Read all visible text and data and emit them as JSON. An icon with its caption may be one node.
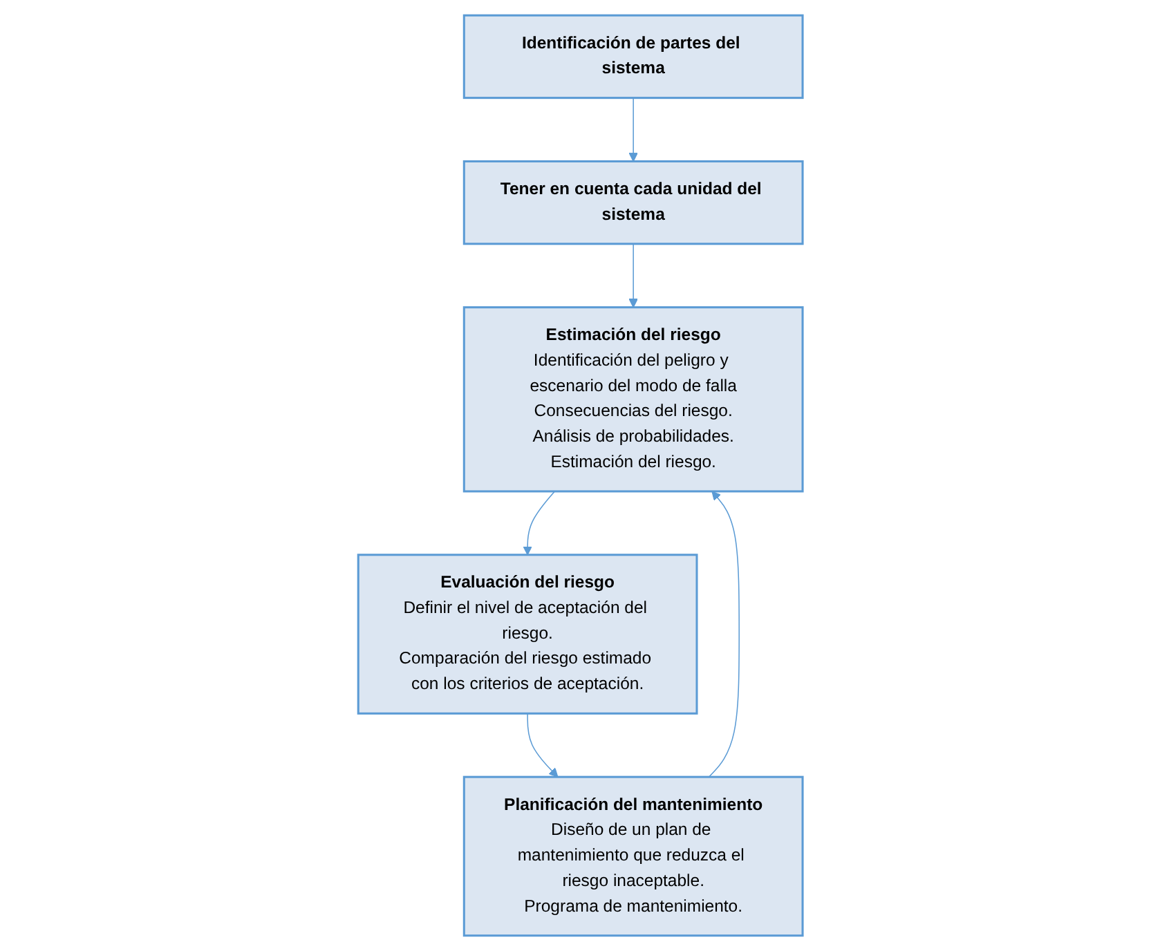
{
  "diagram": {
    "nodes": [
      {
        "text": [
          "Identificación de partes del sistema"
        ]
      },
      {
        "text": [
          "Tener en cuenta cada unidad del sistema"
        ]
      },
      {
        "text": [
          "Estimación del riesgo",
          "Identificación del peligro y escenario del modo de falla",
          "Consecuencias del riesgo.",
          "Análisis de probabilidades.",
          "Estimación del riesgo."
        ]
      },
      {
        "text": [
          "Evaluación del riesgo",
          "Definir el nivel de aceptación del riesgo.",
          "Comparación del riesgo estimado con los criterios de aceptación."
        ]
      },
      {
        "text": [
          "Planificación del mantenimiento",
          "Diseño de un plan de mantenimiento que reduzca el riesgo inaceptable.",
          "Programa de mantenimiento."
        ]
      }
    ],
    "edges": [
      {
        "from": 0,
        "to": 1,
        "arrow": "to"
      },
      {
        "from": 1,
        "to": 2,
        "arrow": "to"
      },
      {
        "from": 2,
        "to": 3,
        "arrow": "to"
      },
      {
        "from": 3,
        "to": 4,
        "arrow": "to"
      },
      {
        "from": 4,
        "to": 2,
        "arrow": "to"
      }
    ]
  }
}
